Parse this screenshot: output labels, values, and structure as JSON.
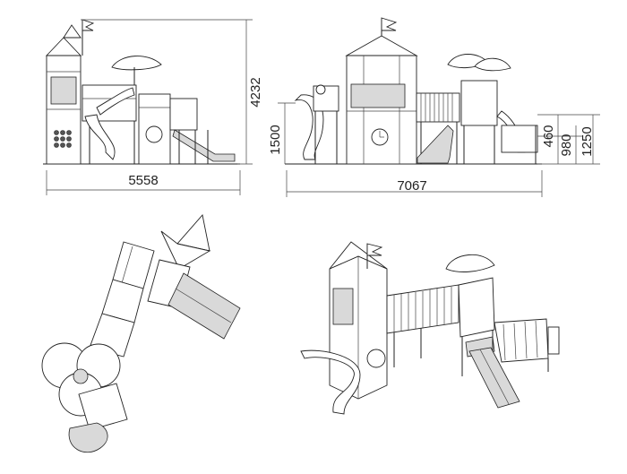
{
  "dimensions": {
    "front_width": "5558",
    "front_height": "4232",
    "side_width": "7067",
    "side_height_1": "1500",
    "side_height_2": "460",
    "side_height_3": "980",
    "side_height_4": "1250"
  },
  "colors": {
    "line": "#222222",
    "background": "#ffffff",
    "shade": "#d9d9d9"
  }
}
